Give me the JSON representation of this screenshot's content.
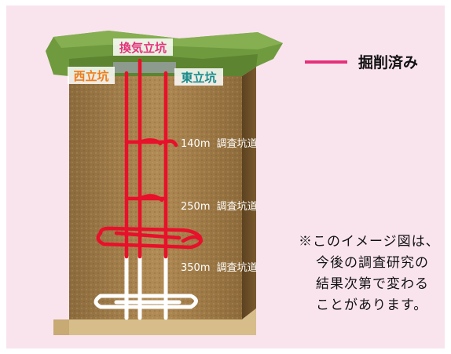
{
  "legend": {
    "label": "掘削済み",
    "color": "#e5317a"
  },
  "shafts": {
    "ventilation": "換気立坑",
    "west": "西立坑",
    "east": "東立坑"
  },
  "galleries": [
    {
      "depth": "140m",
      "name": "調査坑道"
    },
    {
      "depth": "250m",
      "name": "調査坑道"
    },
    {
      "depth": "350m",
      "name": "調査坑道"
    }
  ],
  "note": {
    "line1": "※このイメージ図は、",
    "rest": "今後の調査研究の結果次第で変わることがあります。"
  },
  "colors": {
    "excavated": "#e8102a",
    "planned": "#ffffff",
    "panel": "#f9e4ee"
  }
}
